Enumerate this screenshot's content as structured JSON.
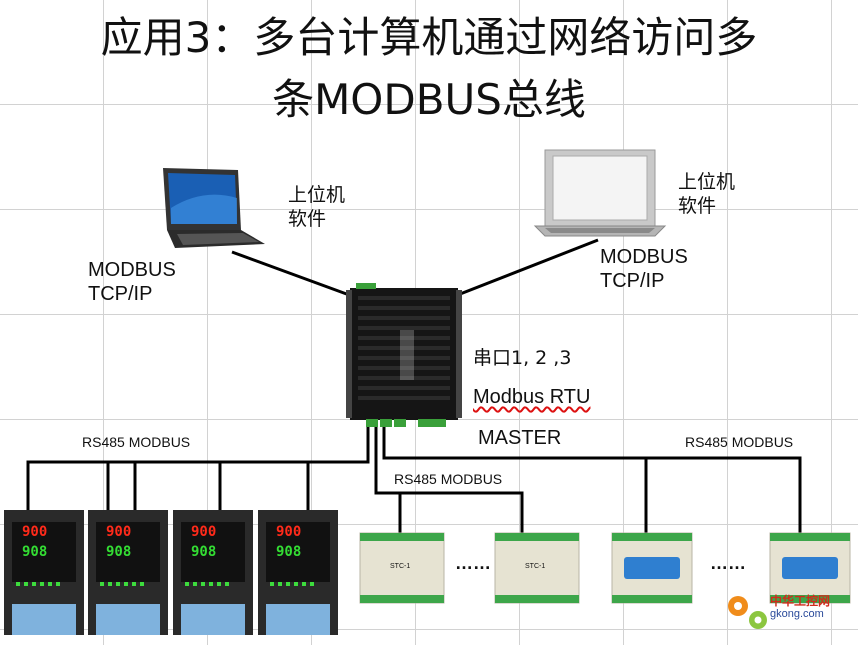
{
  "title": {
    "line1": "应用3：多台计算机通过网络访问多",
    "line2": "条MODBUS总线"
  },
  "left_pc": {
    "software": "上位机\n软件",
    "protocol": "MODBUS\nTCP/IP"
  },
  "right_pc": {
    "software": "上位机\n软件",
    "protocol": "MODBUS\nTCP/IP"
  },
  "gateway": {
    "ports": "串口1, 2 ,3",
    "mode": "Modbus RTU",
    "role": "MASTER"
  },
  "buses": {
    "left": "RS485 MODBUS",
    "middle": "RS485 MODBUS",
    "right": "RS485 MODBUS"
  },
  "controllers": {
    "pv": "900",
    "sv": "908"
  },
  "io_modules": {
    "label": "STC-1",
    "ellipsis": "……"
  },
  "watermark": {
    "name": "中华工控网",
    "url": "gkong.com"
  },
  "colors": {
    "line": "#000000",
    "controller_body": "#2a2a2a",
    "display_red": "#ff2a1a",
    "display_green": "#33dd33",
    "keypad_blue": "#7fb2dd",
    "module_beige": "#e6e3d2",
    "module_green": "#3da64a",
    "module_blue": "#2f7fd0"
  }
}
